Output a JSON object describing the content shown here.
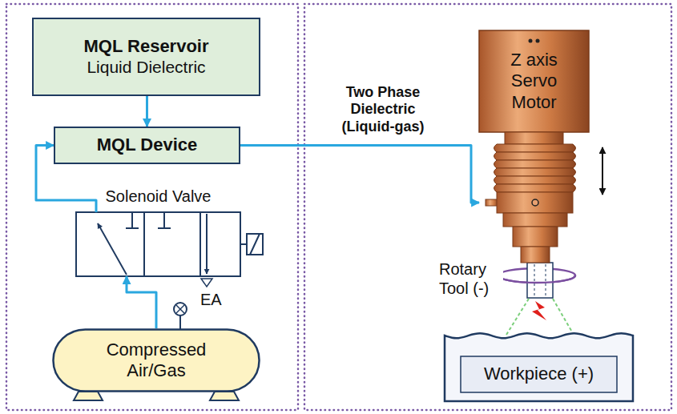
{
  "diagram": {
    "nodes": [
      {
        "text": [
          "MQL Reservoir",
          "Liquid Dielectric"
        ]
      },
      {
        "text": [
          "MQL Device"
        ]
      },
      {
        "text": [
          "Solenoid Valve"
        ]
      },
      {
        "text": [
          "Compressed Air/Gas"
        ]
      },
      {
        "text": [
          "Z axis Servo Motor"
        ]
      },
      {
        "text": [
          "Workpiece (+)"
        ]
      }
    ],
    "edges": [
      {
        "from": 0,
        "to": 1,
        "arrow": "to"
      },
      {
        "from": 3,
        "to": 2,
        "arrow": "to"
      },
      {
        "from": 2,
        "to": 1,
        "arrow": "to"
      },
      {
        "from": 1,
        "to": 4,
        "label": "Two Phase Dielectric (Liquid-gas)",
        "arrow": "to"
      }
    ],
    "labels": [
      "EA",
      "Rotary Tool (-)"
    ]
  }
}
